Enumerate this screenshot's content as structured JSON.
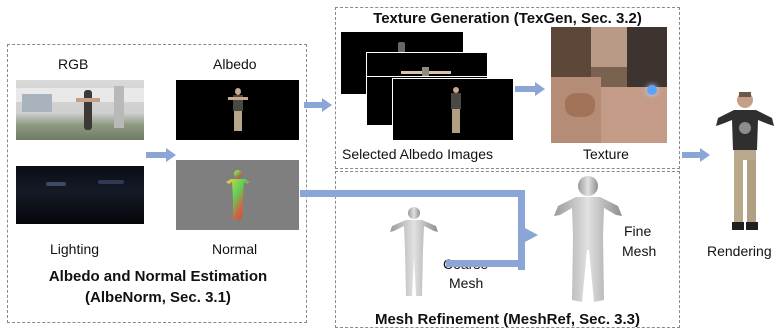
{
  "albenorm": {
    "labels": {
      "rgb": "RGB",
      "albedo": "Albedo",
      "lighting": "Lighting",
      "normal": "Normal"
    },
    "title_line1": "Albedo and Normal Estimation",
    "title_line2": "(AlbeNorm, Sec. 3.1)"
  },
  "texgen": {
    "title": "Texture Generation (TexGen, Sec. 3.2)",
    "selected_label": "Selected Albedo Images",
    "texture_label": "Texture"
  },
  "meshref": {
    "title": "Mesh Refinement (MeshRef, Sec. 3.3)",
    "coarse_label_line1": "Coarse",
    "coarse_label_line2": "Mesh",
    "fine_label_line1": "Fine",
    "fine_label_line2": "Mesh"
  },
  "output": {
    "rendering_label": "Rendering"
  },
  "colors": {
    "arrow": "#8aa5d6",
    "dash": "#8a8a8a",
    "normal_bg": "#7f7f7f",
    "mesh": "#c9c9c9"
  }
}
